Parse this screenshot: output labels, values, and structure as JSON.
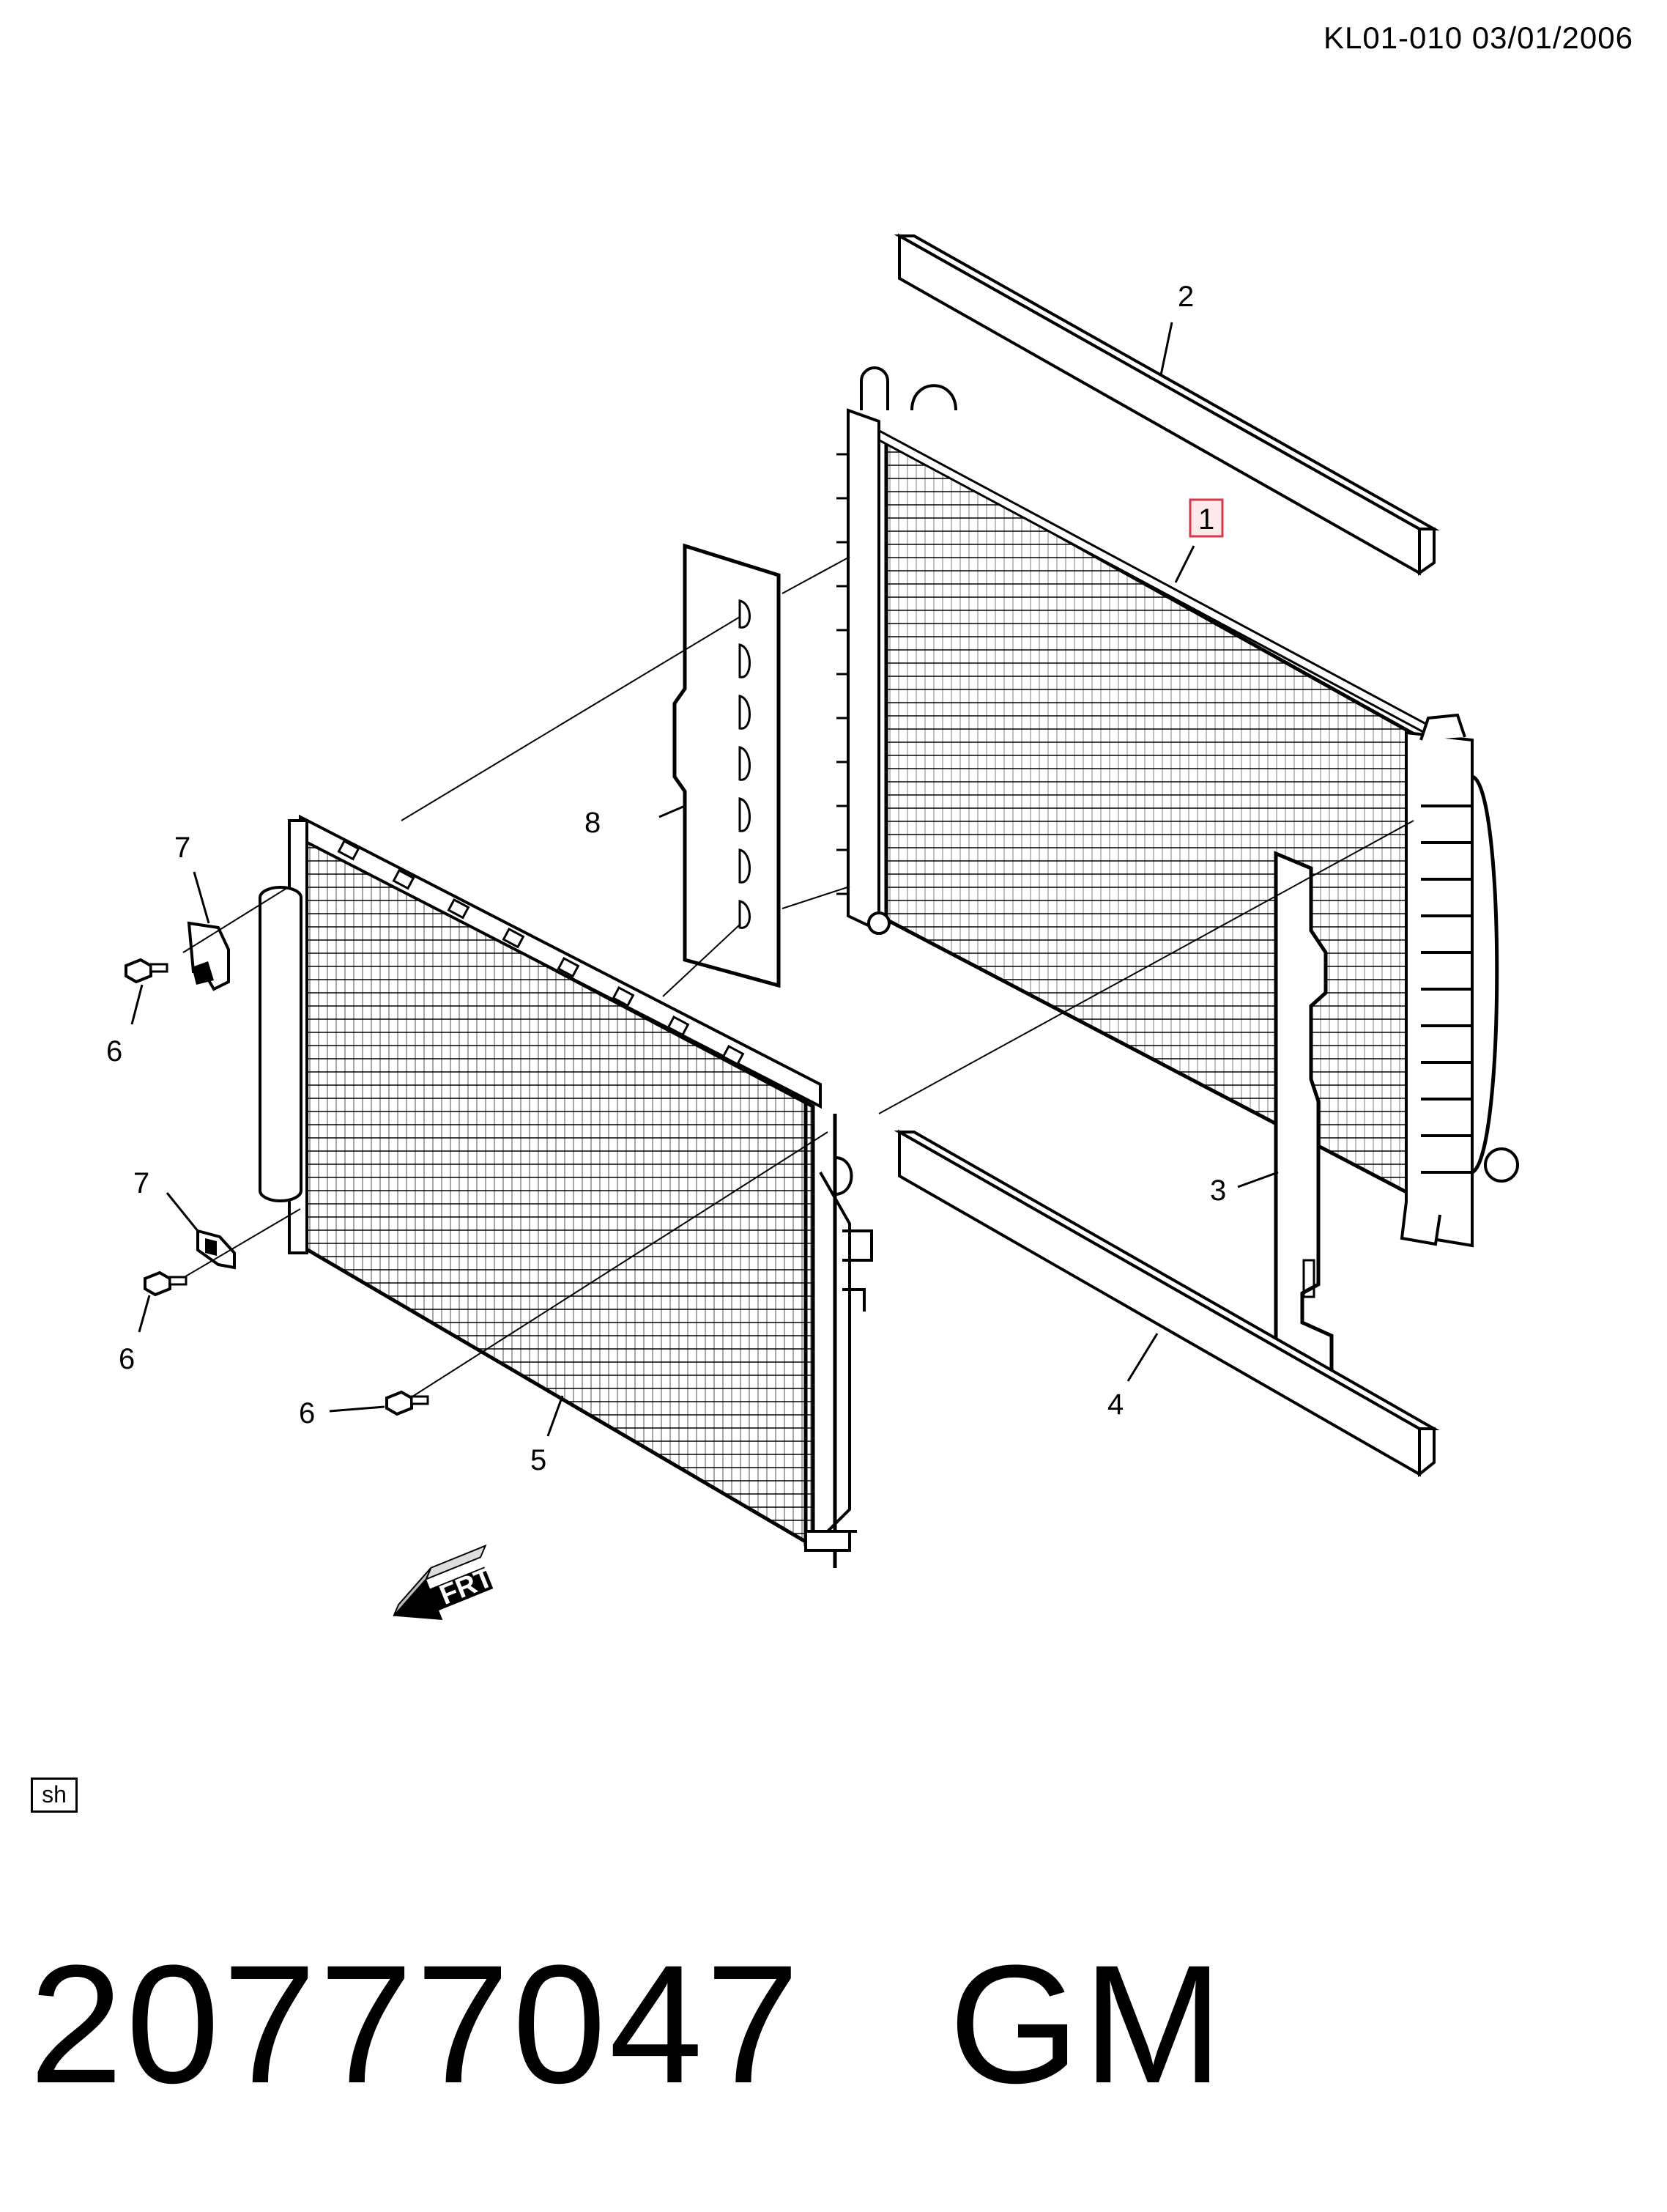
{
  "header": {
    "doc_code": "KL01-010  03/01/2006"
  },
  "callouts": {
    "c1": "1",
    "c2": "2",
    "c3": "3",
    "c4": "4",
    "c5": "5",
    "c6": "6",
    "c7": "7",
    "c8": "8"
  },
  "direction_arrow": {
    "label": "FRT"
  },
  "footer": {
    "sheet_tag": "sh",
    "part_number": "20777047",
    "brand": "GM"
  },
  "colors": {
    "highlight_border": "#d13a4a",
    "highlight_fill": "#fde8ea",
    "ink": "#000000"
  }
}
